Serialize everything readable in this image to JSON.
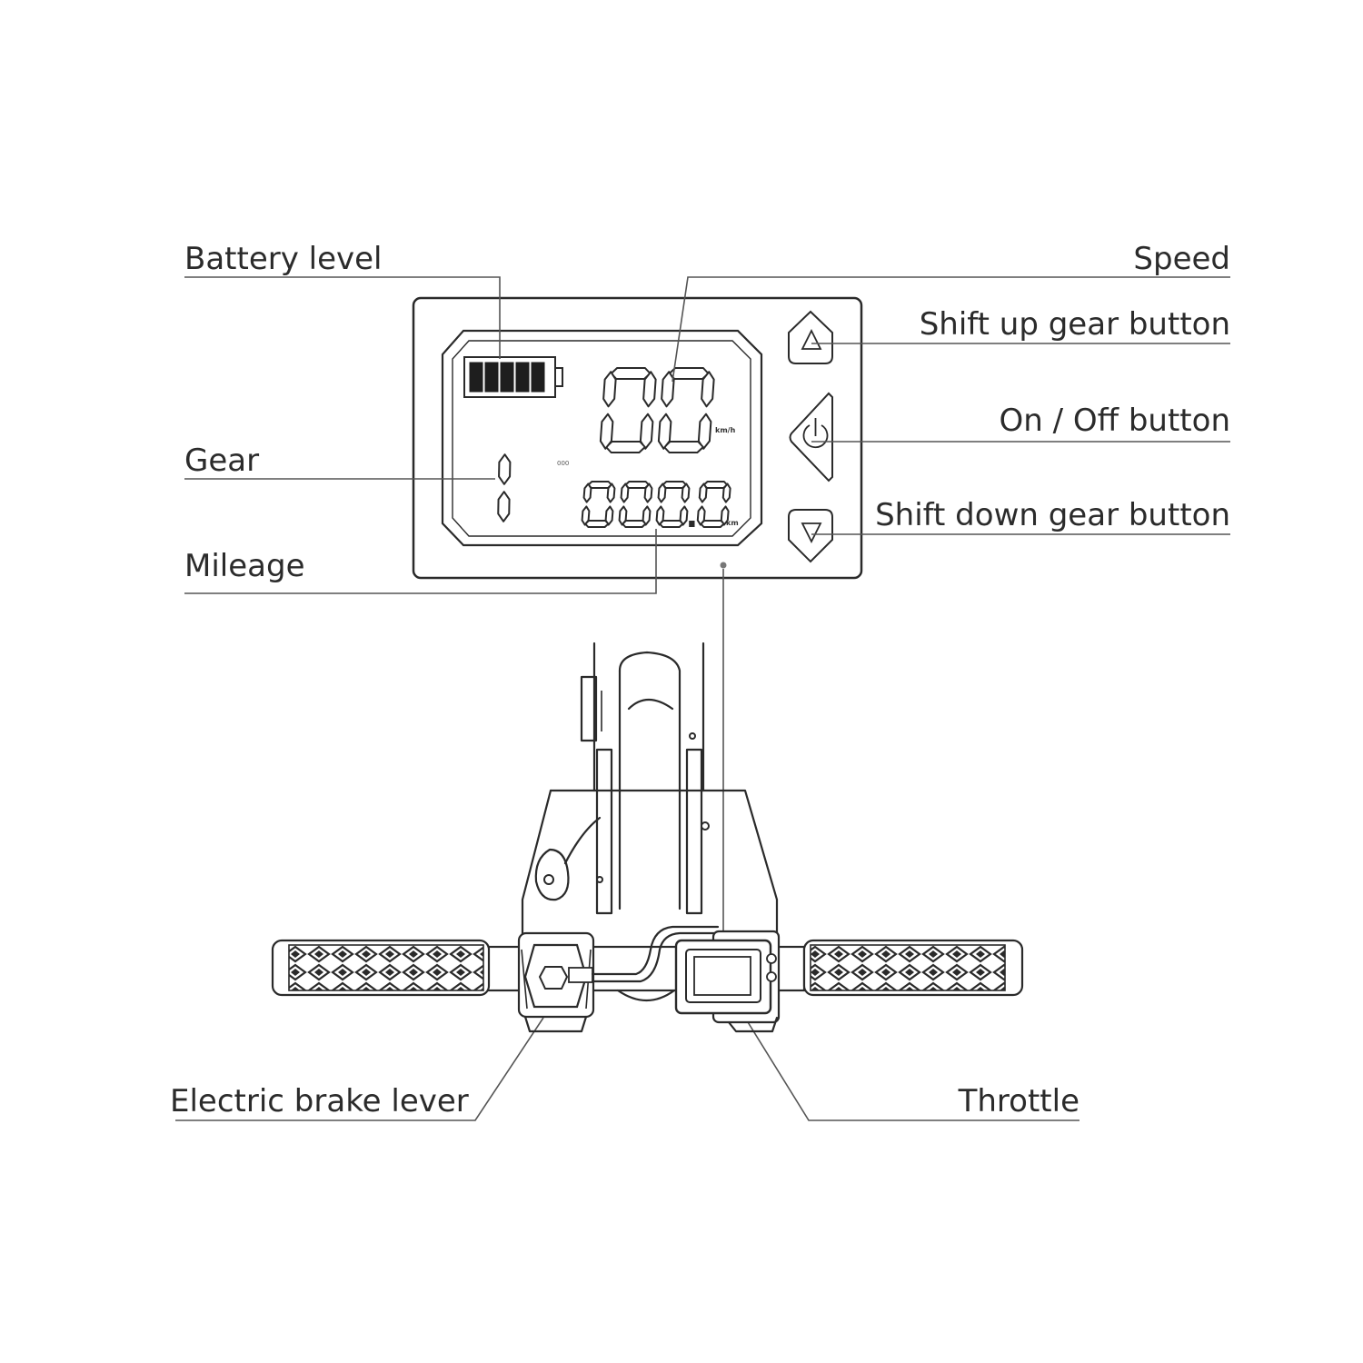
{
  "labels": {
    "battery_level": "Battery level",
    "speed": "Speed",
    "shift_up": "Shift up gear button",
    "on_off": "On / Off button",
    "gear": "Gear",
    "shift_down": "Shift down gear button",
    "mileage": "Mileage",
    "brake_lever": "Electric brake lever",
    "throttle": "Throttle"
  },
  "display": {
    "speed_value": "00",
    "speed_unit": "km/h",
    "gear_value": "1",
    "mileage_value": "000.0",
    "mileage_unit": "km",
    "small_indicator": "000",
    "battery_bars_filled": 5,
    "battery_bars_total": 5
  },
  "icons": {
    "shift_up": "triangle-up-icon",
    "on_off": "power-icon",
    "shift_down": "triangle-down-icon"
  }
}
